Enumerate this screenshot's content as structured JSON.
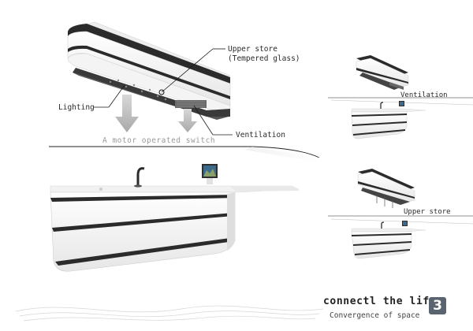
{
  "labels": {
    "upper_store": "Upper store",
    "tempered_glass": "(Tempered glass)",
    "lighting": "Lighting",
    "ventilation": "Ventilation",
    "motor_switch": "A motor operated switch",
    "ventilation_small": "Ventilation",
    "upper_store_small": "Upper store"
  },
  "brand": {
    "title": "connectl the life",
    "subtitle": "Convergence of space",
    "page_number": "3"
  },
  "colors": {
    "dark_trim": "#2b2b2b",
    "counter_white": "#f7f7f7",
    "shadow_gray": "#9c9c9c",
    "badge": "#5a6470"
  }
}
